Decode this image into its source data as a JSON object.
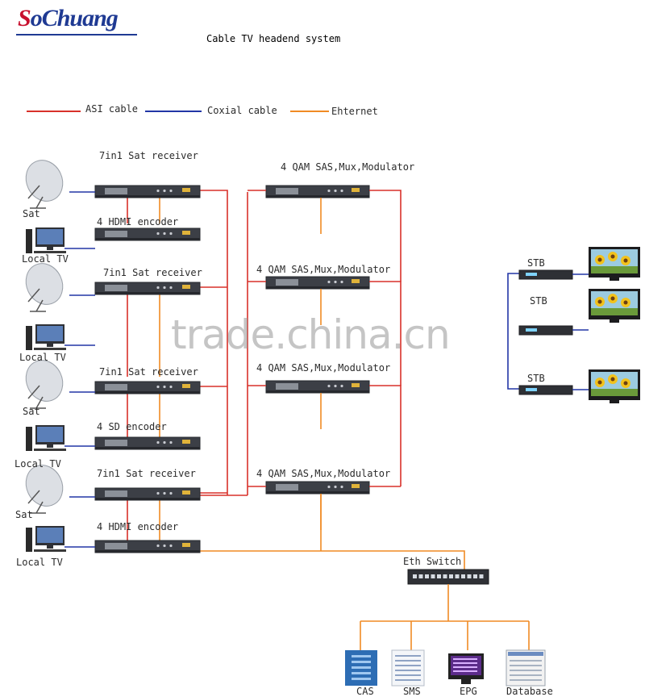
{
  "logo": {
    "s": "S",
    "rest": "oChuang"
  },
  "title": "Cable TV headend system",
  "legend": {
    "asi": "ASI cable",
    "coax": "Coxial cable",
    "eth": "Ehternet"
  },
  "colors": {
    "asi": "#d8312a",
    "coax": "#2236a6",
    "eth": "#f08a24",
    "device": "#3c3f46",
    "device_dark": "#26282d",
    "screen": "#9ccbe0",
    "text": "#2b2b2b",
    "logo_blue": "#1f3a93",
    "logo_red": "#c8102e"
  },
  "left_devices": [
    {
      "label": "7in1 Sat receiver"
    },
    {
      "label": "4 HDMI encoder"
    },
    {
      "label": "7in1 Sat receiver"
    },
    {
      "label": "7in1 Sat receiver"
    },
    {
      "label": "4 SD encoder"
    },
    {
      "label": "7in1 Sat receiver"
    },
    {
      "label": "4 HDMI encoder"
    }
  ],
  "sources": [
    {
      "type": "dish",
      "label": "Sat"
    },
    {
      "type": "pc",
      "label": "Local TV"
    },
    {
      "type": "dish",
      "label": ""
    },
    {
      "type": "pc",
      "label": "Local TV"
    },
    {
      "type": "dish",
      "label": "Sat"
    },
    {
      "type": "pc",
      "label": "Local TV"
    },
    {
      "type": "dish",
      "label": "Sat"
    },
    {
      "type": "pc",
      "label": "Local TV"
    }
  ],
  "modulators": [
    {
      "label": "4 QAM SAS,Mux,Modulator"
    },
    {
      "label": "4 QAM SAS,Mux,Modulator"
    },
    {
      "label": "4 QAM SAS,Mux,Modulator"
    },
    {
      "label": "4 QAM SAS,Mux,Modulator"
    }
  ],
  "stb": [
    {
      "label": "STB"
    },
    {
      "label": "STB"
    },
    {
      "label": "STB"
    }
  ],
  "switch": {
    "label": "Eth Switch"
  },
  "servers": [
    {
      "label": "CAS"
    },
    {
      "label": "SMS"
    },
    {
      "label": "EPG"
    },
    {
      "label": "Database"
    }
  ],
  "watermark": "trade.china.cn"
}
